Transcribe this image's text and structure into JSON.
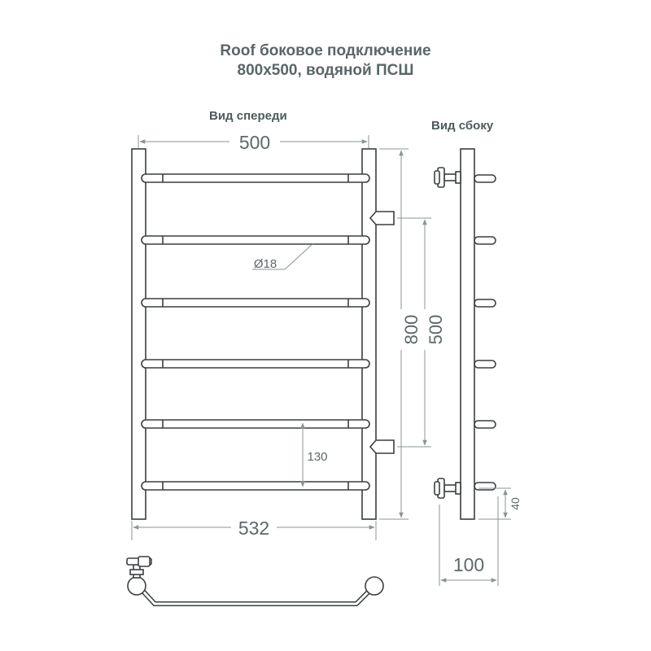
{
  "title": {
    "line1": "Roof боковое подключение",
    "line2": "800x500, водяной ПСШ"
  },
  "views": {
    "front": "Вид спереди",
    "side": "Вид сбоку"
  },
  "dimensions": {
    "top_width": "500",
    "bottom_width": "532",
    "diameter": "Ø18",
    "height_total": "800",
    "connection_spacing": "500",
    "rung_spacing": "130",
    "bottom_offset": "40",
    "depth": "100"
  },
  "colors": {
    "outline": "#3a3f40",
    "dimension_line": "#8a9496",
    "text": "#4e5a5c"
  }
}
